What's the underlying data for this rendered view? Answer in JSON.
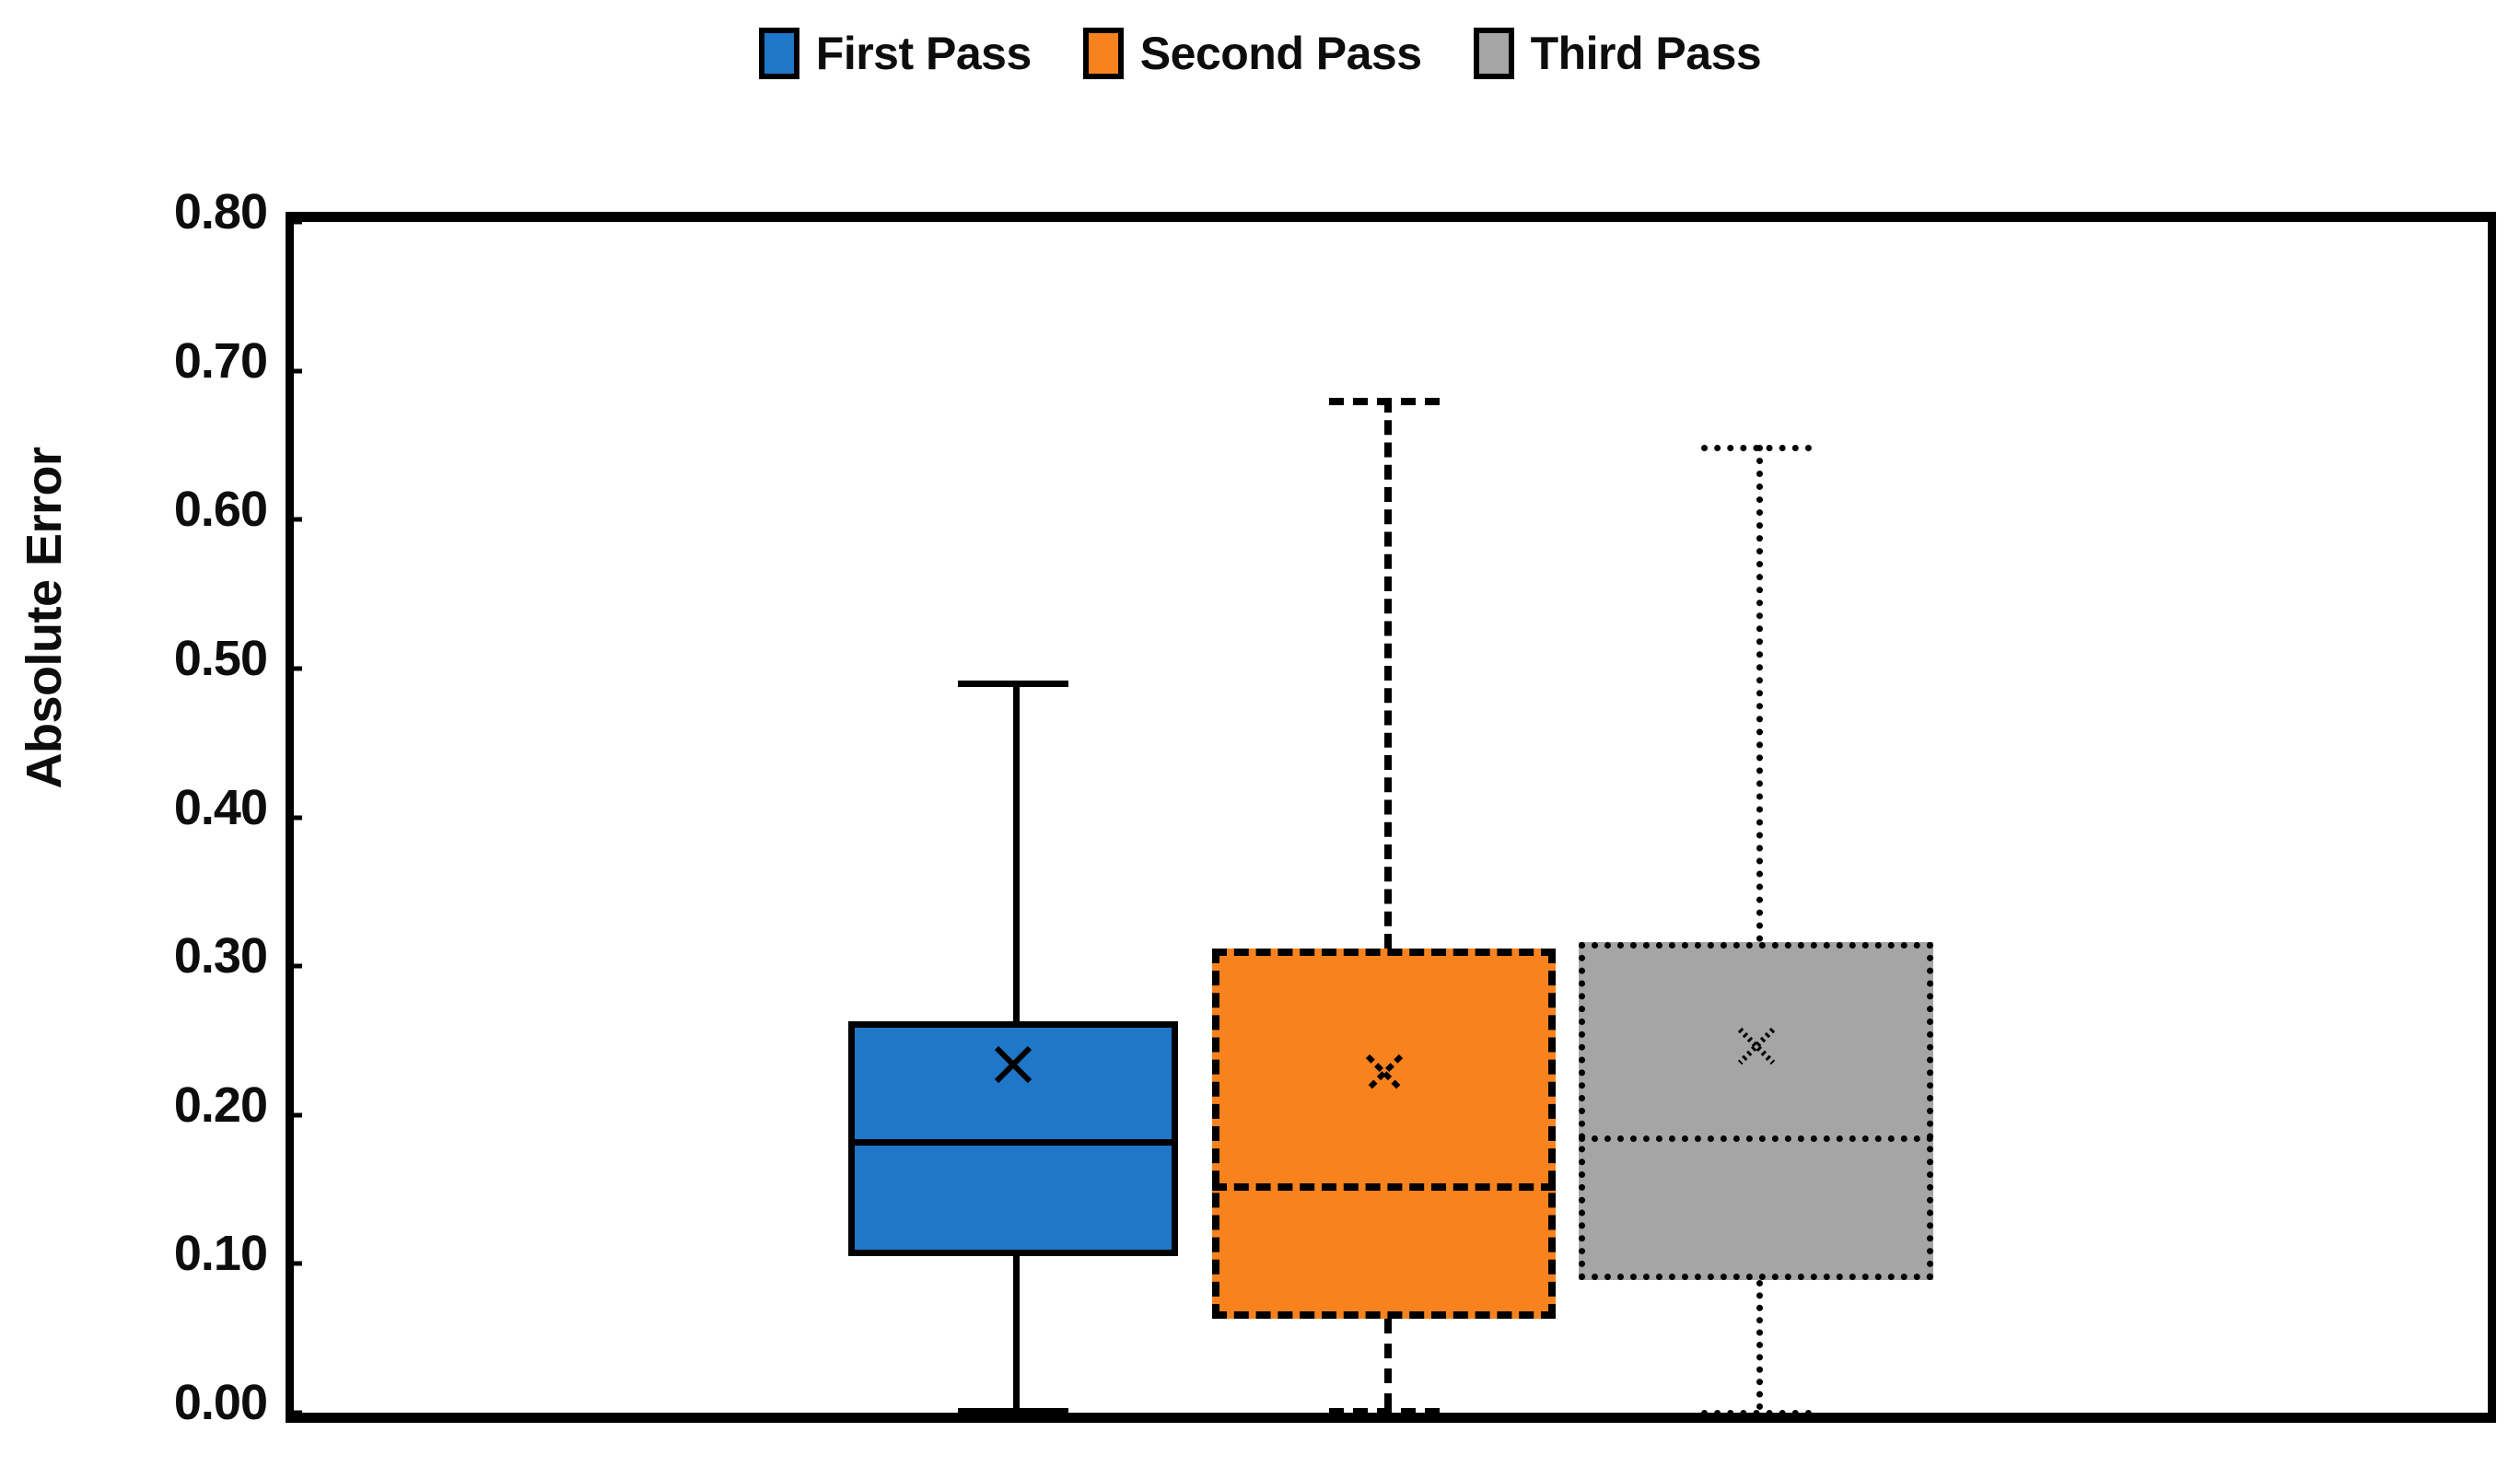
{
  "legend": {
    "items": [
      {
        "label": "First Pass",
        "color": "#1E77C8",
        "swatch_name": "legend-swatch-first-pass"
      },
      {
        "label": "Second Pass",
        "color": "#F7821E",
        "swatch_name": "legend-swatch-second-pass"
      },
      {
        "label": "Third Pass",
        "color": "#A5A5A5",
        "swatch_name": "legend-swatch-third-pass"
      }
    ]
  },
  "axis": {
    "y_title": "Absolute Error",
    "y_ticks": [
      "0.80",
      "0.70",
      "0.60",
      "0.50",
      "0.40",
      "0.30",
      "0.20",
      "0.10",
      "0.00"
    ]
  },
  "chart_data": {
    "type": "box",
    "title": "",
    "xlabel": "",
    "ylabel": "Absolute Error",
    "ylim": [
      0.0,
      0.8
    ],
    "ytick_values": [
      0.8,
      0.7,
      0.6,
      0.5,
      0.4,
      0.3,
      0.2,
      0.1,
      0.0
    ],
    "grid": false,
    "legend_position": "top-center",
    "categories": [
      "First Pass",
      "Second Pass",
      "Third Pass"
    ],
    "series": [
      {
        "name": "First Pass",
        "color": "#1E77C8",
        "line_style": "solid",
        "whisker_low": 0.003,
        "q1": 0.105,
        "median": 0.184,
        "q3": 0.263,
        "whisker_high": 0.492,
        "mean": 0.234
      },
      {
        "name": "Second Pass",
        "color": "#F7821E",
        "line_style": "dashed",
        "whisker_low": 0.003,
        "q1": 0.063,
        "median": 0.154,
        "q3": 0.312,
        "whisker_high": 0.682,
        "mean": 0.228
      },
      {
        "name": "Third Pass",
        "color": "#A5A5A5",
        "line_style": "dotted",
        "whisker_low": 0.002,
        "q1": 0.089,
        "median": 0.186,
        "q3": 0.316,
        "whisker_high": 0.65,
        "mean": 0.246
      }
    ]
  },
  "style": {
    "axis_color": "#000000",
    "background": "#ffffff",
    "text_color": "#0d0d0d"
  }
}
